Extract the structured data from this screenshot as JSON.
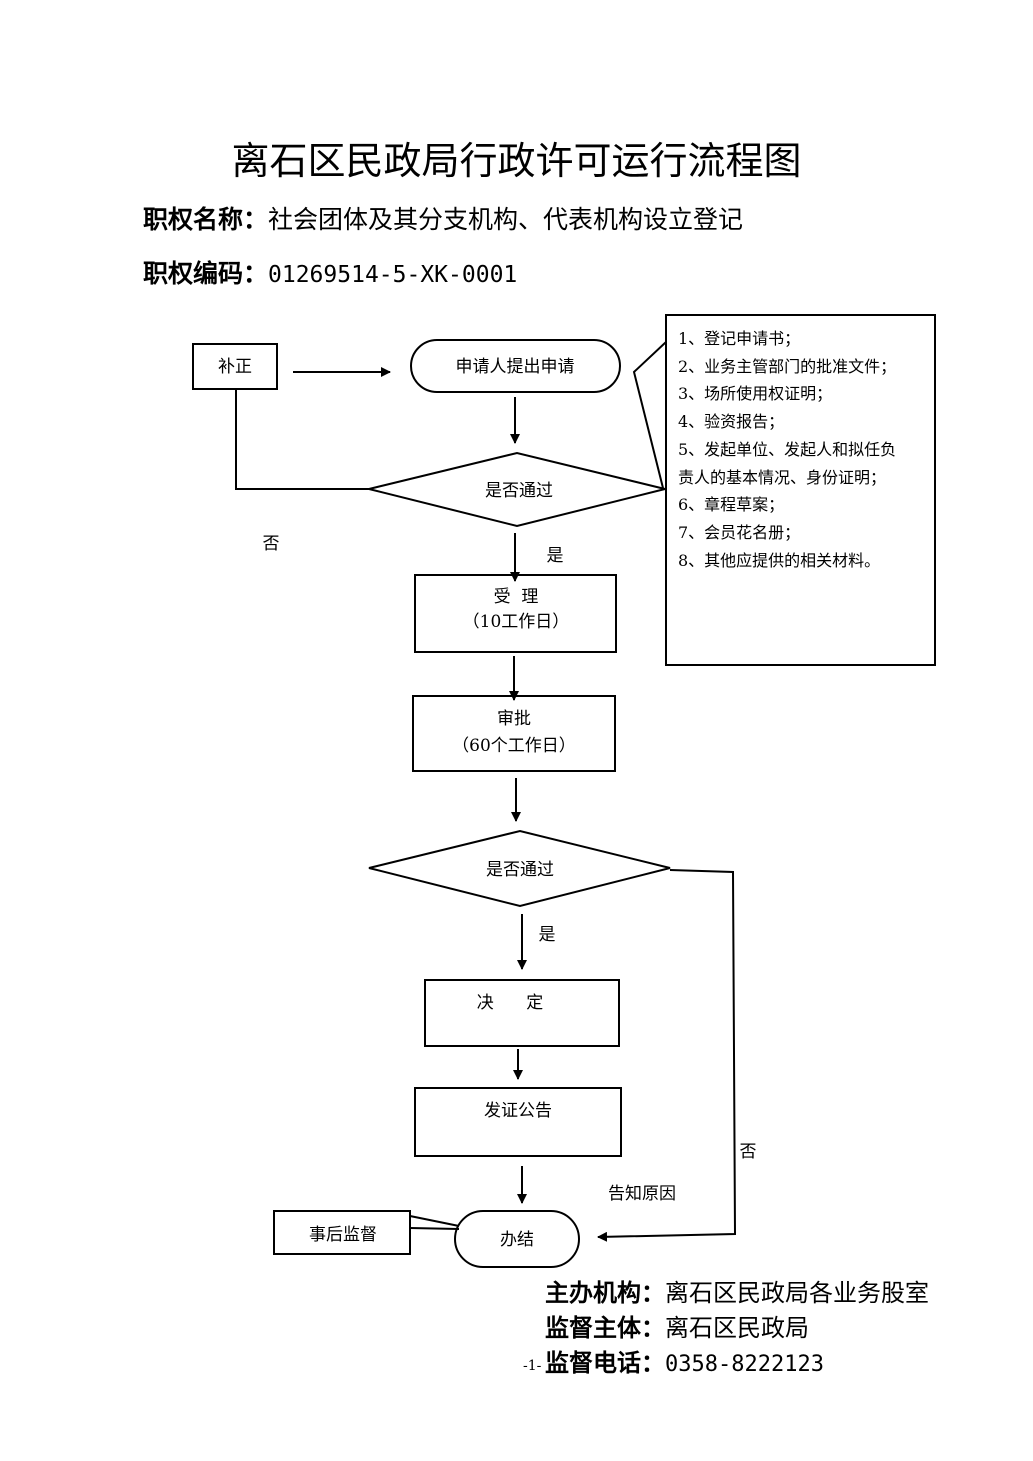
{
  "title": "离石区民政局行政许可运行流程图",
  "meta": {
    "name_label": "职权名称：",
    "name_value": "社会团体及其分支机构、代表机构设立登记",
    "code_label": "职权编码：",
    "code_value": "01269514-5-XK-0001"
  },
  "flow": {
    "supplement": "补正",
    "apply": "申请人提出申请",
    "check1": "是否通过",
    "no_label_1": "否",
    "yes_label_1": "是",
    "accept_title": "受  理",
    "accept_days": "（10工作日）",
    "approve_title": "审批",
    "approve_days": "（60个工作日）",
    "check2": "是否通过",
    "yes_label_2": "是",
    "no_label_2": "否",
    "decide": "决      定",
    "certificate": "发证公告",
    "notify_reason": "告知原因",
    "supervise": "事后监督",
    "complete": "办结"
  },
  "requirements": [
    "1、登记申请书；",
    "2、业务主管部门的批准文件；",
    "3、场所使用权证明；",
    "4、验资报告；",
    "5、发起单位、发起人和拟任负",
    "责人的基本情况、身份证明；",
    "6、章程草案；",
    "7、会员花名册；",
    "8、其他应提供的相关材料。"
  ],
  "footer": {
    "org_label": "主办机构：",
    "org_value": "离石区民政局各业务股室",
    "supervisor_label": "监督主体：",
    "supervisor_value": "离石区民政局",
    "phone_label": "监督电话：",
    "phone_value": "0358-8222123"
  },
  "page_number": "-1-"
}
